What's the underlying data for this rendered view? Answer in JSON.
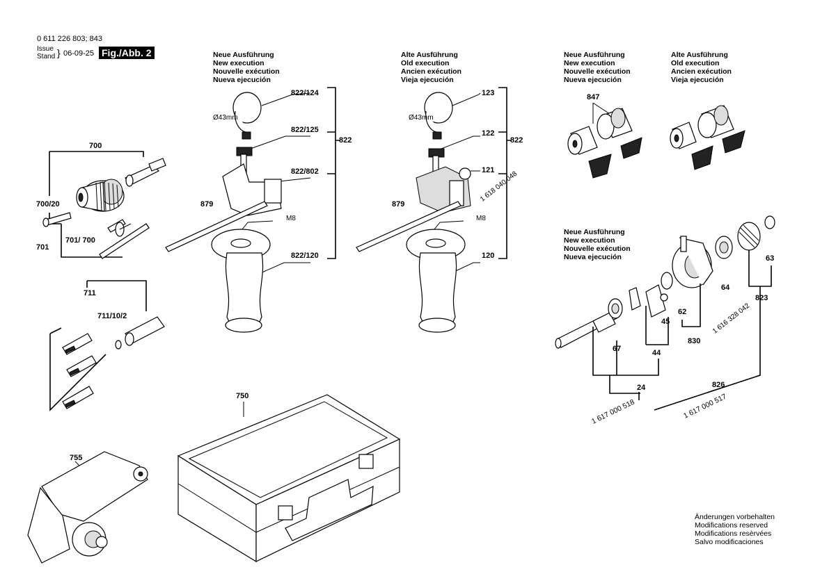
{
  "doc": {
    "part_number": "0 611 226 803; 843",
    "issue_label": "Issue",
    "stand_label": "Stand",
    "issue_date": "06-09-25",
    "fig_label": "Fig./Abb. 2"
  },
  "headers": {
    "new_execution": [
      "Neue Ausführung",
      "New execution",
      "Nouvelle exécution",
      "Nueva ejecución"
    ],
    "old_execution": [
      "Alte Ausführung",
      "Old execution",
      "Ancien exécution",
      "Vieja ejecución"
    ]
  },
  "labels": {
    "p700": "700",
    "p700_20": "700/20",
    "p701": "701",
    "p701_700": "701/ 700",
    "p711": "711",
    "p711_10_2": "711/10/2",
    "p755": "755",
    "p750": "750",
    "p879a": "879",
    "p879b": "879",
    "p822_124": "822/124",
    "p822_125": "822/125",
    "p822_802": "822/802",
    "p822_120": "822/120",
    "p822a": "822",
    "p822b": "822",
    "p123": "123",
    "p122": "122",
    "p121": "121",
    "p120": "120",
    "code_1618040048": "1 618 040 048",
    "m8a": "M8",
    "m8b": "M8",
    "dia43a": "Ø43mm",
    "dia43b": "Ø43mm",
    "p847": "847",
    "p63": "63",
    "p64": "64",
    "p62": "62",
    "p45": "45",
    "p67": "67",
    "p44": "44",
    "p830": "830",
    "p823": "823",
    "code_1616328042": "1 616 328 042",
    "p826": "826",
    "p24": "24",
    "code_1617000518": "1 617 000 518",
    "code_1617000517": "1 617 000 517"
  },
  "footer_notes": [
    "Änderungen vorbehalten",
    "Modifications reserved",
    "Modifications resèrvées",
    "Salvo modificaciones"
  ]
}
